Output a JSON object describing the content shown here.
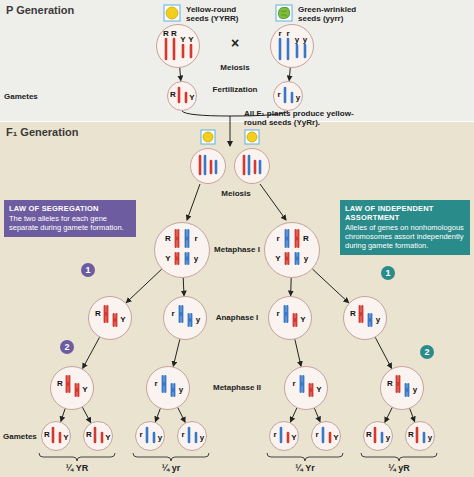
{
  "diagram": {
    "nodes": [
      {
        "text": [
          "P Generation"
        ]
      },
      {
        "text": [
          "R",
          "R",
          "Y",
          "Y"
        ],
        "in": 0
      },
      {
        "text": [
          "r",
          "r",
          "y",
          "y"
        ],
        "in": 0
      },
      {
        "text": [
          "R",
          "Y"
        ],
        "in": 0
      },
      {
        "text": [
          "r",
          "y"
        ],
        "in": 0
      },
      {
        "text": [
          "F₁ Generation"
        ]
      },
      {
        "text": [
          "LAW OF SEGREGATION",
          "The two alleles for each gene separate during gamete formation."
        ],
        "in": 5
      },
      {
        "text": [
          "LAW OF INDEPENDENT ASSORTMENT",
          "Alleles of genes on nonhomologous chromosomes assort independently during gamete formation."
        ],
        "in": 5
      },
      {
        "text": [
          "R",
          "r",
          "Y",
          "y"
        ],
        "in": 5
      },
      {
        "text": [
          "r",
          "R",
          "Y",
          "y"
        ],
        "in": 5
      },
      {
        "text": [
          "R",
          "Y"
        ],
        "in": 5
      },
      {
        "text": [
          "r",
          "y"
        ],
        "in": 5
      },
      {
        "text": [
          "r",
          "Y"
        ],
        "in": 5
      },
      {
        "text": [
          "R",
          "y"
        ],
        "in": 5
      },
      {
        "text": [
          "R",
          "Y"
        ],
        "in": 5
      },
      {
        "text": [
          "r",
          "y"
        ],
        "in": 5
      },
      {
        "text": [
          "r",
          "Y"
        ],
        "in": 5
      },
      {
        "text": [
          "R",
          "y"
        ],
        "in": 5
      },
      {
        "text": [
          "R",
          "Y"
        ],
        "in": 5
      },
      {
        "text": [
          "R",
          "Y"
        ],
        "in": 5
      },
      {
        "text": [
          "r",
          "y"
        ],
        "in": 5
      },
      {
        "text": [
          "r",
          "y"
        ],
        "in": 5
      },
      {
        "text": [
          "r",
          "Y"
        ],
        "in": 5
      },
      {
        "text": [
          "r",
          "Y"
        ],
        "in": 5
      },
      {
        "text": [
          "R",
          "y"
        ],
        "in": 5
      },
      {
        "text": [
          "R",
          "y"
        ],
        "in": 5
      }
    ],
    "edges": [
      {
        "from": 1,
        "to": 3,
        "arrow": "to"
      },
      {
        "from": 2,
        "to": 4,
        "arrow": "to"
      },
      {
        "from": 8,
        "to": 10,
        "arrow": "to"
      },
      {
        "from": 8,
        "to": 11,
        "arrow": "to"
      },
      {
        "from": 9,
        "to": 12,
        "arrow": "to"
      },
      {
        "from": 9,
        "to": 13,
        "arrow": "to"
      },
      {
        "from": 10,
        "to": 14,
        "arrow": "to"
      },
      {
        "from": 11,
        "to": 15,
        "arrow": "to"
      },
      {
        "from": 12,
        "to": 16,
        "arrow": "to"
      },
      {
        "from": 13,
        "to": 17,
        "arrow": "to"
      },
      {
        "from": 14,
        "to": 18,
        "arrow": "to"
      },
      {
        "from": 14,
        "to": 19,
        "arrow": "to"
      },
      {
        "from": 15,
        "to": 20,
        "arrow": "to"
      },
      {
        "from": 15,
        "to": 21,
        "arrow": "to"
      },
      {
        "from": 16,
        "to": 22,
        "arrow": "to"
      },
      {
        "from": 16,
        "to": 23,
        "arrow": "to"
      },
      {
        "from": 17,
        "to": 24,
        "arrow": "to"
      },
      {
        "from": 17,
        "to": 25,
        "arrow": "to"
      }
    ],
    "labels": [
      "Yellow-round seeds (YYRR)",
      "×",
      "Green-wrinkled seeds (yyrr)",
      "Meiosis",
      "Fertilization",
      "Gametes",
      "All F₁ plants produce yellow-round seeds (YyRr).",
      "Meiosis",
      "Metaphase I",
      "1",
      "1",
      "Anaphase I",
      "2",
      "2",
      "Metaphase II",
      "Gametes",
      "¼ YR",
      "¼ yr",
      "¼ Yr",
      "¼ yR"
    ]
  }
}
